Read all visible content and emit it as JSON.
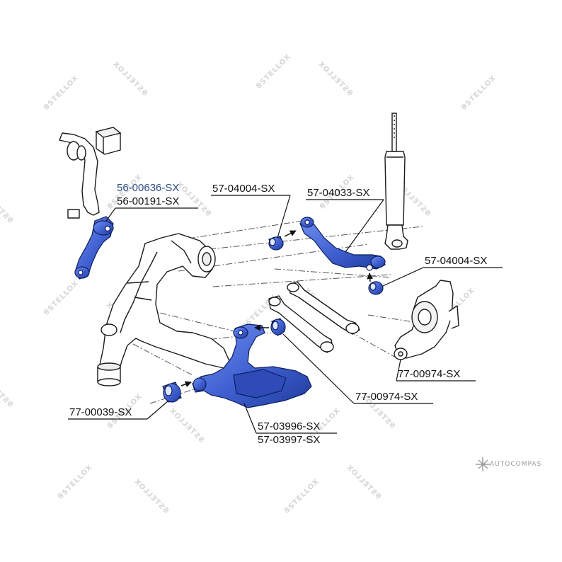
{
  "labels": {
    "stab_link_a": "56-00636-SX",
    "stab_link_b": "56-00191-SX",
    "upper_bushing_left": "57-04004-SX",
    "upper_arm": "57-04033-SX",
    "upper_bushing_right": "57-04004-SX",
    "knuckle_bushing": "77-00974-SX",
    "trailing_bushing": "77-00974-SX",
    "front_bushing": "77-00039-SX",
    "lower_arm_a": "57-03996-SX",
    "lower_arm_b": "57-03997-SX"
  },
  "watermark": {
    "text": "STELLOX"
  },
  "brand": {
    "text": "AUTOCOMPAS",
    "icon": "autocompas-logo-icon"
  },
  "colors": {
    "part_highlight": "#3f5fd1",
    "part_shade": "#203c9c",
    "outline": "#1a1a1a",
    "watermark": "#d6d6d6",
    "label_blue": "#2d4e86"
  }
}
